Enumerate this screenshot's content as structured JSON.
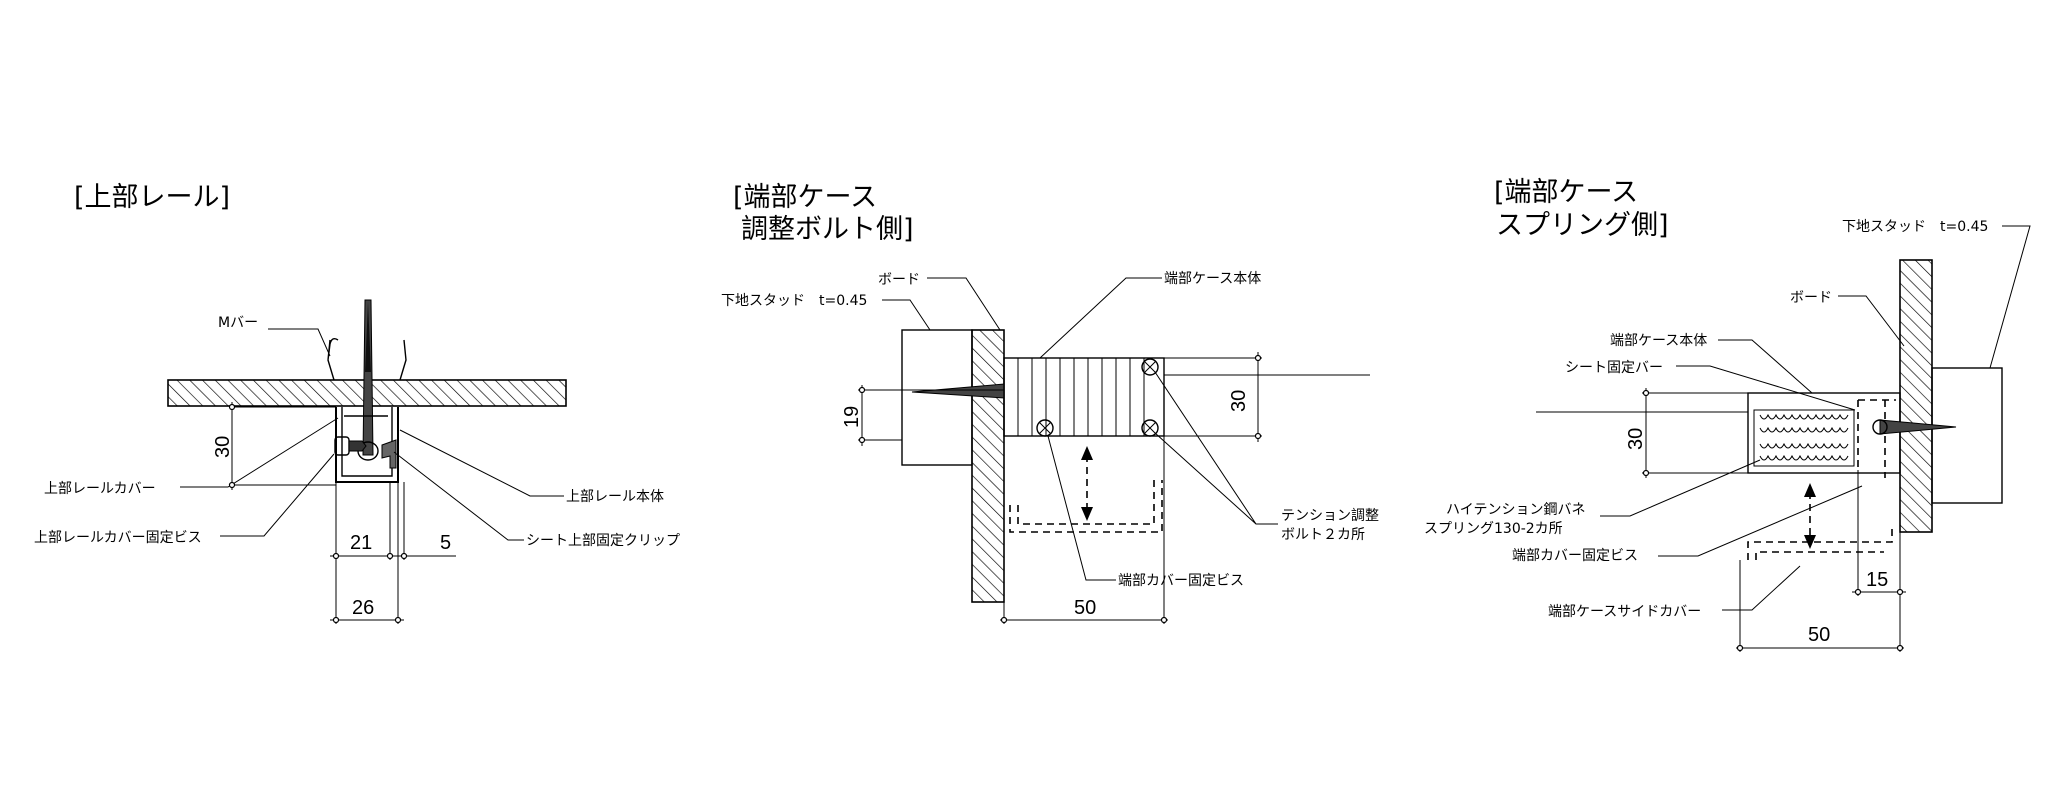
{
  "detail_upper_rail": {
    "title": "[上部レール]",
    "labels": {
      "m_bar": "Mバー",
      "rail_cover": "上部レールカバー",
      "rail_cover_screw": "上部レールカバー固定ビス",
      "rail_body": "上部レール本体",
      "sheet_clip": "シート上部固定クリップ"
    },
    "dims": {
      "height": "30",
      "w1": "21",
      "w2": "5",
      "w3": "26"
    }
  },
  "detail_bolt_side": {
    "title_line1": "[端部ケース",
    "title_line2": "調整ボルト側]",
    "labels": {
      "stud": "下地スタッド　t=0.45",
      "board": "ボード",
      "case_body": "端部ケース本体",
      "tension_bolt_1": "テンション調整",
      "tension_bolt_2": "ボルト２カ所",
      "cover_screw": "端部カバー固定ビス"
    },
    "dims": {
      "left": "19",
      "right": "30",
      "bottom": "50"
    }
  },
  "detail_spring_side": {
    "title_line1": "[端部ケース",
    "title_line2": "スプリング側]",
    "labels": {
      "stud": "下地スタッド　t=0.45",
      "board": "ボード",
      "case_body": "端部ケース本体",
      "sheet_bar": "シート固定バー",
      "spring_1": "ハイテンション鋼バネ",
      "spring_2": "スプリング130-2カ所",
      "cover_screw": "端部カバー固定ビス",
      "side_cover": "端部ケースサイドカバー"
    },
    "dims": {
      "height": "30",
      "depth": "15",
      "bottom": "50"
    }
  }
}
